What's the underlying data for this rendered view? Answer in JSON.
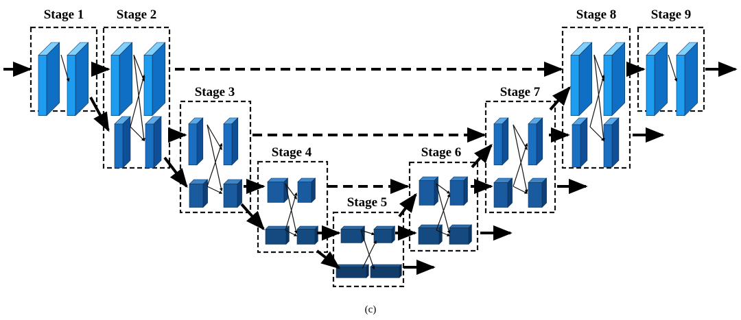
{
  "caption": "(c)",
  "stages": [
    {
      "id": 1,
      "label": "Stage 1"
    },
    {
      "id": 2,
      "label": "Stage 2"
    },
    {
      "id": 3,
      "label": "Stage 3"
    },
    {
      "id": 4,
      "label": "Stage 4"
    },
    {
      "id": 5,
      "label": "Stage 5"
    },
    {
      "id": 6,
      "label": "Stage 6"
    },
    {
      "id": 7,
      "label": "Stage 7"
    },
    {
      "id": 8,
      "label": "Stage 8"
    },
    {
      "id": 9,
      "label": "Stage 9"
    }
  ],
  "colors": {
    "level1": [
      "#7fd0ff",
      "#1e9cf0",
      "#0f6fc4"
    ],
    "level2": [
      "#5aa8e6",
      "#1b6fc0",
      "#0f4f98"
    ],
    "level3": [
      "#3d84c8",
      "#1a5a9e",
      "#0e3f78"
    ],
    "level4": [
      "#2d6aa8",
      "#154a80",
      "#0b3460"
    ],
    "level5": [
      "#28578a",
      "#123d68",
      "#0a2a4c"
    ]
  }
}
